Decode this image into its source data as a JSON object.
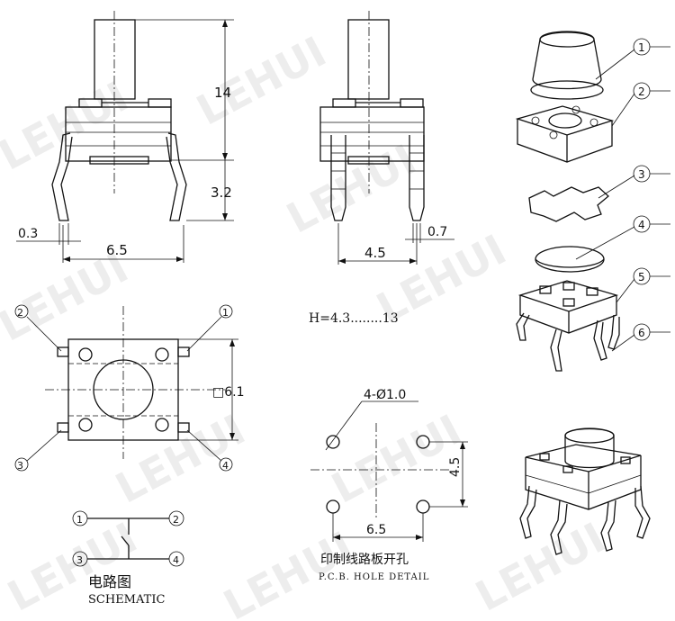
{
  "watermark": "LEHUI",
  "dimensions": {
    "height_14": "14",
    "height_3_2": "3.2",
    "lead_0_3": "0.3",
    "width_6_5": "6.5",
    "width_4_5": "4.5",
    "lead_0_7": "0.7",
    "body_6_1": "□6.1",
    "hole_spacing_4_5": "4.5",
    "hole_spacing_6_5": "6.5",
    "hole_diameter": "4-Ø1.0",
    "height_range": "H=4.3........13"
  },
  "pin_labels": {
    "p1": "1",
    "p2": "2",
    "p3": "3",
    "p4": "4",
    "p5": "5",
    "p6": "6"
  },
  "schematic": {
    "title_cn": "电路图",
    "title_en": "SCHEMATIC",
    "n1": "1",
    "n2": "2",
    "n3": "3",
    "n4": "4"
  },
  "pcb": {
    "title_cn": "印制线路板开孔",
    "title_en": "P.C.B. HOLE DETAIL"
  }
}
